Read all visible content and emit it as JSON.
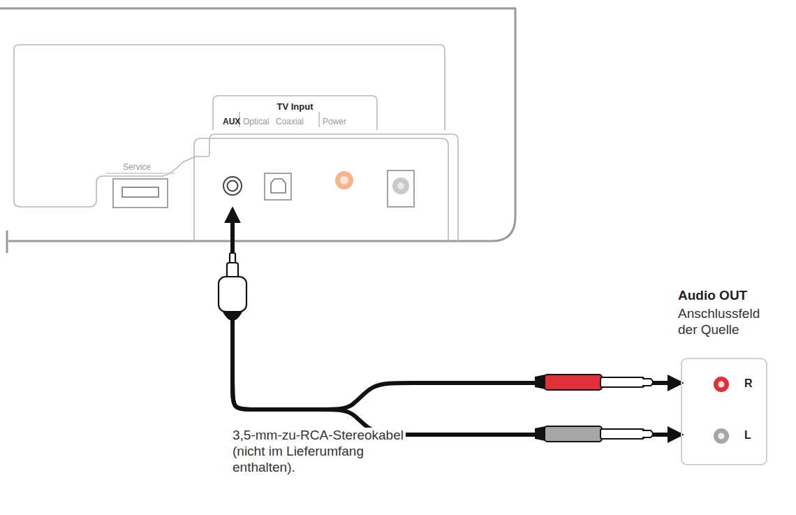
{
  "diagram": {
    "nodes": [
      {
        "text": [
          "TV Input",
          "AUX",
          "Optical",
          "Coaxial",
          "Power"
        ]
      },
      {
        "text": [
          "Audio OUT",
          "Anschlussfeld der Quelle",
          "R",
          "L"
        ]
      }
    ],
    "edges": [
      {
        "from": 0,
        "to": 1,
        "arrow": "both"
      }
    ],
    "labels": [
      "Service",
      "3,5-mm-zu-RCA-Stereokabel (nicht im Lieferumfang enthalten)."
    ]
  }
}
